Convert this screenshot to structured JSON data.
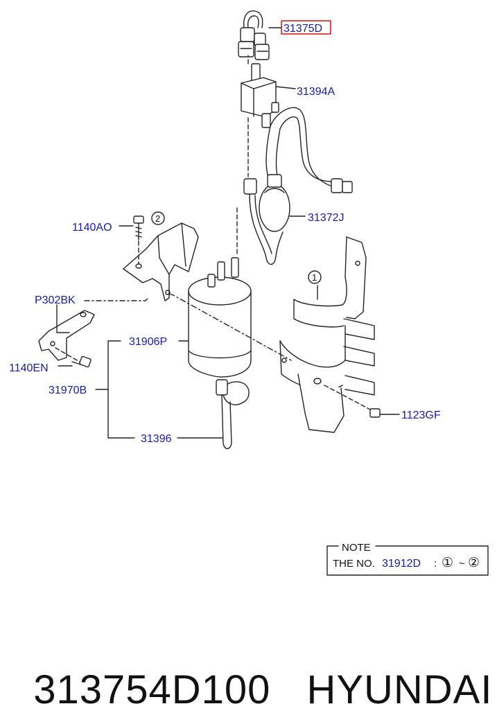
{
  "parts": {
    "p31375D": "31375D",
    "p31394A": "31394A",
    "p31372J": "31372J",
    "p1140AO": "1140AO",
    "p302BK": "P302BK",
    "p1140EN": "1140EN",
    "p31906P": "31906P",
    "p31970B": "31970B",
    "p31396": "31396",
    "p1123GF": "1123GF"
  },
  "callouts": {
    "one": "1",
    "two": "2"
  },
  "note": {
    "title": "NOTE",
    "prefix": "THE NO.",
    "part": "31912D",
    "colon": ":",
    "range_start": "①",
    "tilde": "~",
    "range_end": "②"
  },
  "caption": {
    "part_number": "313754D100",
    "brand": "HYUNDAI"
  },
  "colors": {
    "label": "#1a1aa8",
    "highlight": "#d01010",
    "line": "#222222"
  }
}
